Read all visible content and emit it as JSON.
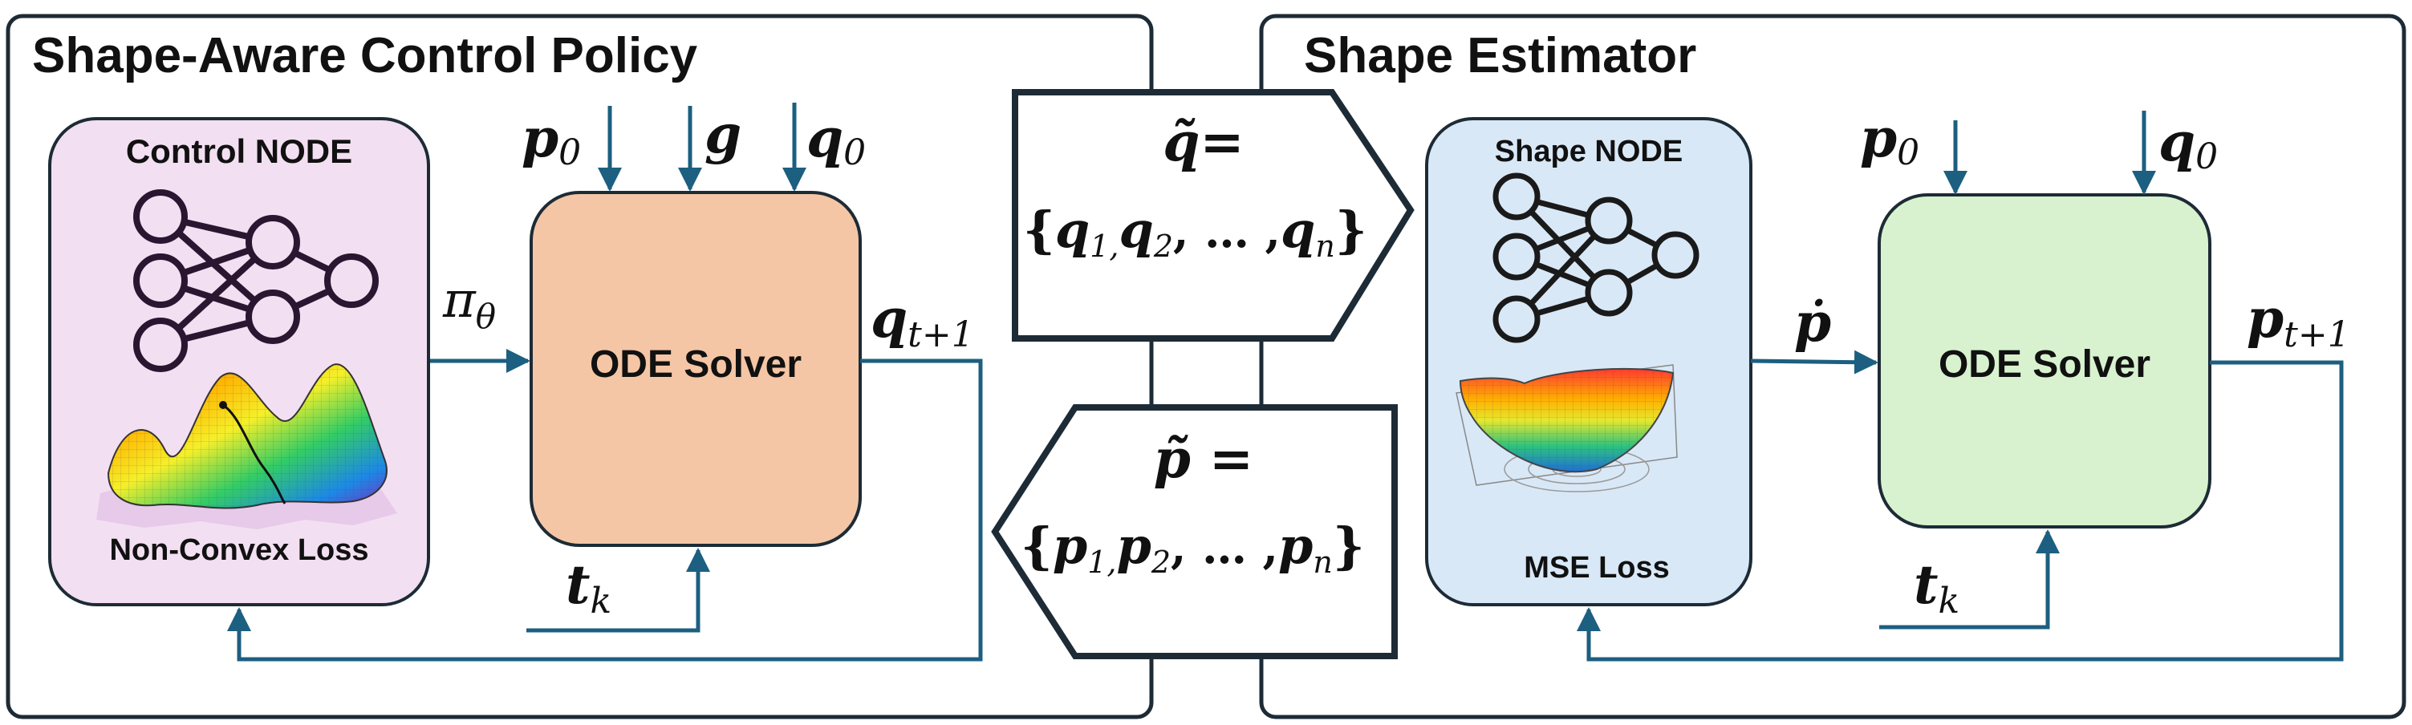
{
  "colors": {
    "arrow": "#1c5f80",
    "panel_border": "#1d2b36",
    "control_node_fill": "#f3dff2",
    "shape_node_fill": "#d9e8f6",
    "solver_left_fill": "#f5c6a5",
    "solver_right_fill": "#d8f2cf"
  },
  "left_panel": {
    "title": "Shape-Aware Control Policy",
    "control_node": {
      "title": "Control NODE",
      "loss_label": "Non-Convex Loss",
      "network_icon": "neural-network-icon",
      "surface_icon": "non-convex-surface-icon"
    },
    "solver": {
      "label": "ODE Solver"
    },
    "inputs": {
      "p0": {
        "base": "p",
        "sub": "0"
      },
      "g": {
        "base": "g"
      },
      "q0": {
        "base": "q",
        "sub": "0"
      }
    },
    "policy": {
      "base": "π",
      "sub": "θ"
    },
    "output": {
      "base": "q",
      "sub": "t+1"
    },
    "time": {
      "base": "t",
      "sub": "k"
    }
  },
  "center": {
    "q_set": {
      "lhs": "q̃=",
      "rhs_open": "{",
      "elements": [
        {
          "base": "q",
          "sub": "1,"
        },
        {
          "base": "q",
          "sub": "2"
        }
      ],
      "ellipsis": ", … ,",
      "last": {
        "base": "q",
        "sub": "n"
      },
      "rhs_close": "}"
    },
    "p_set": {
      "lhs": "p̃ =",
      "rhs_open": "{",
      "elements": [
        {
          "base": "p",
          "sub": "1,"
        },
        {
          "base": "p",
          "sub": "2"
        }
      ],
      "ellipsis": ", … ,",
      "last": {
        "base": "p",
        "sub": "n"
      },
      "rhs_close": "}"
    }
  },
  "right_panel": {
    "title": "Shape Estimator",
    "shape_node": {
      "title": "Shape NODE",
      "loss_label": "MSE Loss",
      "network_icon": "neural-network-icon",
      "surface_icon": "convex-bowl-surface-icon"
    },
    "solver": {
      "label": "ODE Solver"
    },
    "inputs": {
      "p0": {
        "base": "p",
        "sub": "0"
      },
      "q0": {
        "base": "q",
        "sub": "0"
      }
    },
    "pdot": {
      "base": "ṗ"
    },
    "output": {
      "base": "p",
      "sub": "t+1"
    },
    "time": {
      "base": "t",
      "sub": "k"
    }
  }
}
